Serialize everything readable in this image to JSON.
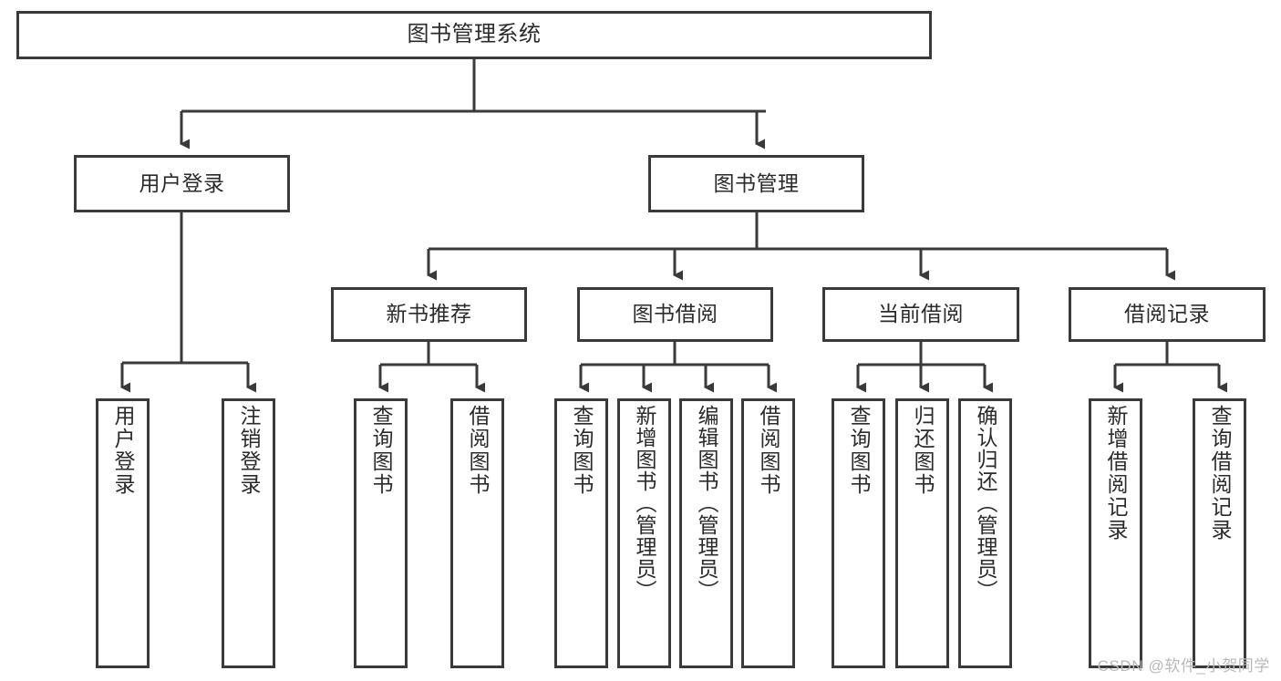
{
  "diagram": {
    "type": "tree-hierarchy",
    "title": "图书管理系统",
    "root": {
      "label": "图书管理系统"
    },
    "level2": [
      {
        "label": "用户登录"
      },
      {
        "label": "图书管理"
      }
    ],
    "level3": [
      {
        "label": "新书推荐"
      },
      {
        "label": "图书借阅"
      },
      {
        "label": "当前借阅"
      },
      {
        "label": "借阅记录"
      }
    ],
    "leaves": {
      "user_login": [
        {
          "label": "用户登录"
        },
        {
          "label": "注销登录"
        }
      ],
      "new_book_recommend": [
        {
          "label": "查询图书"
        },
        {
          "label": "借阅图书"
        }
      ],
      "book_borrow": [
        {
          "label": "查询图书"
        },
        {
          "label": "新增图书（管理员）"
        },
        {
          "label": "编辑图书（管理员）"
        },
        {
          "label": "借阅图书"
        }
      ],
      "current_borrow": [
        {
          "label": "查询图书"
        },
        {
          "label": "归还图书"
        },
        {
          "label": "确认归还（管理员）"
        }
      ],
      "borrow_record": [
        {
          "label": "新增借阅记录"
        },
        {
          "label": "查询借阅记录"
        }
      ]
    }
  },
  "watermark": {
    "text": "CSDN @软件_小贺同学"
  },
  "colors": {
    "stroke": "#3a3a3a",
    "background": "#ffffff",
    "text": "#2b2b2b",
    "watermark": "#b9b9b9"
  }
}
